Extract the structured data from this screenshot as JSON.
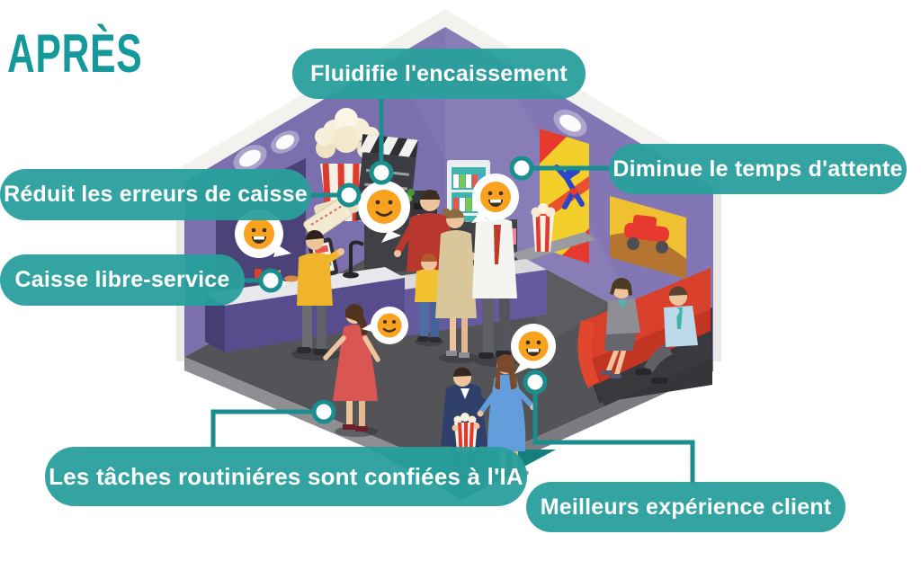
{
  "title": "APRÈS",
  "callouts": [
    {
      "id": "fluidifie-encaissement",
      "label": "Fluidifie l'encaissement"
    },
    {
      "id": "reduit-erreurs-caisse",
      "label": "Réduit les erreurs de caisse"
    },
    {
      "id": "caisse-libre-service",
      "label": "Caisse libre-service"
    },
    {
      "id": "diminue-temps-attente",
      "label": "Diminue le temps d'attente"
    },
    {
      "id": "taches-routinieres-ia",
      "label": "Les tâches routiniéres sont confiées à l'IA"
    },
    {
      "id": "meilleurs-experience-client",
      "label": "Meilleurs expérience client"
    }
  ],
  "theme": {
    "accent_teal": "#289f9c",
    "connector_teal": "#1a8e8f",
    "title_teal": "#16999b",
    "smiley_orange": "#f9a21f",
    "wall_purple_left": "#7b6fad",
    "wall_purple_right": "#8276b4",
    "wall_purple_dark": "#4b4277",
    "floor_gray": "#545458",
    "sofa_red": "#d8402c",
    "roof_white": "#f3f2ef"
  },
  "scene": {
    "smiley_icon_count": 5,
    "connector_dot_count": 6
  }
}
